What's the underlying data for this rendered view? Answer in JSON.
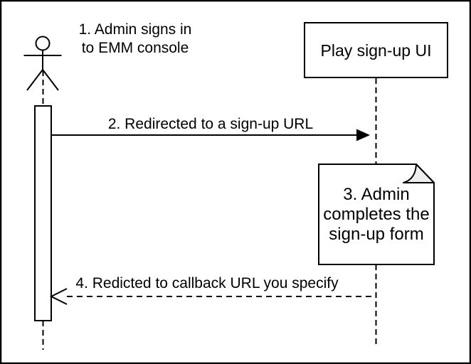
{
  "diagram": {
    "type": "uml-sequence-diagram",
    "colors": {
      "stroke": "#000000",
      "background": "#ffffff",
      "shape_fill": "#ffffff",
      "note_fold_fill": "#eeeeee"
    },
    "participant_box": {
      "label": "Play sign-up UI"
    },
    "steps": [
      {
        "num": "1",
        "kind": "annotation",
        "text": "1. Admin signs in\nto EMM console"
      },
      {
        "num": "2",
        "kind": "message",
        "from": "actor",
        "to": "play-sign-up-ui",
        "line_style": "solid",
        "arrowhead": "filled",
        "text": "2. Redirected to a sign-up URL"
      },
      {
        "num": "3",
        "kind": "note",
        "text": "3. Admin\ncompletes the\nsign-up form"
      },
      {
        "num": "4",
        "kind": "message",
        "from": "play-sign-up-ui",
        "to": "actor",
        "line_style": "dashed",
        "arrowhead": "open",
        "text": "4. Redicted to callback URL you specify"
      }
    ]
  }
}
